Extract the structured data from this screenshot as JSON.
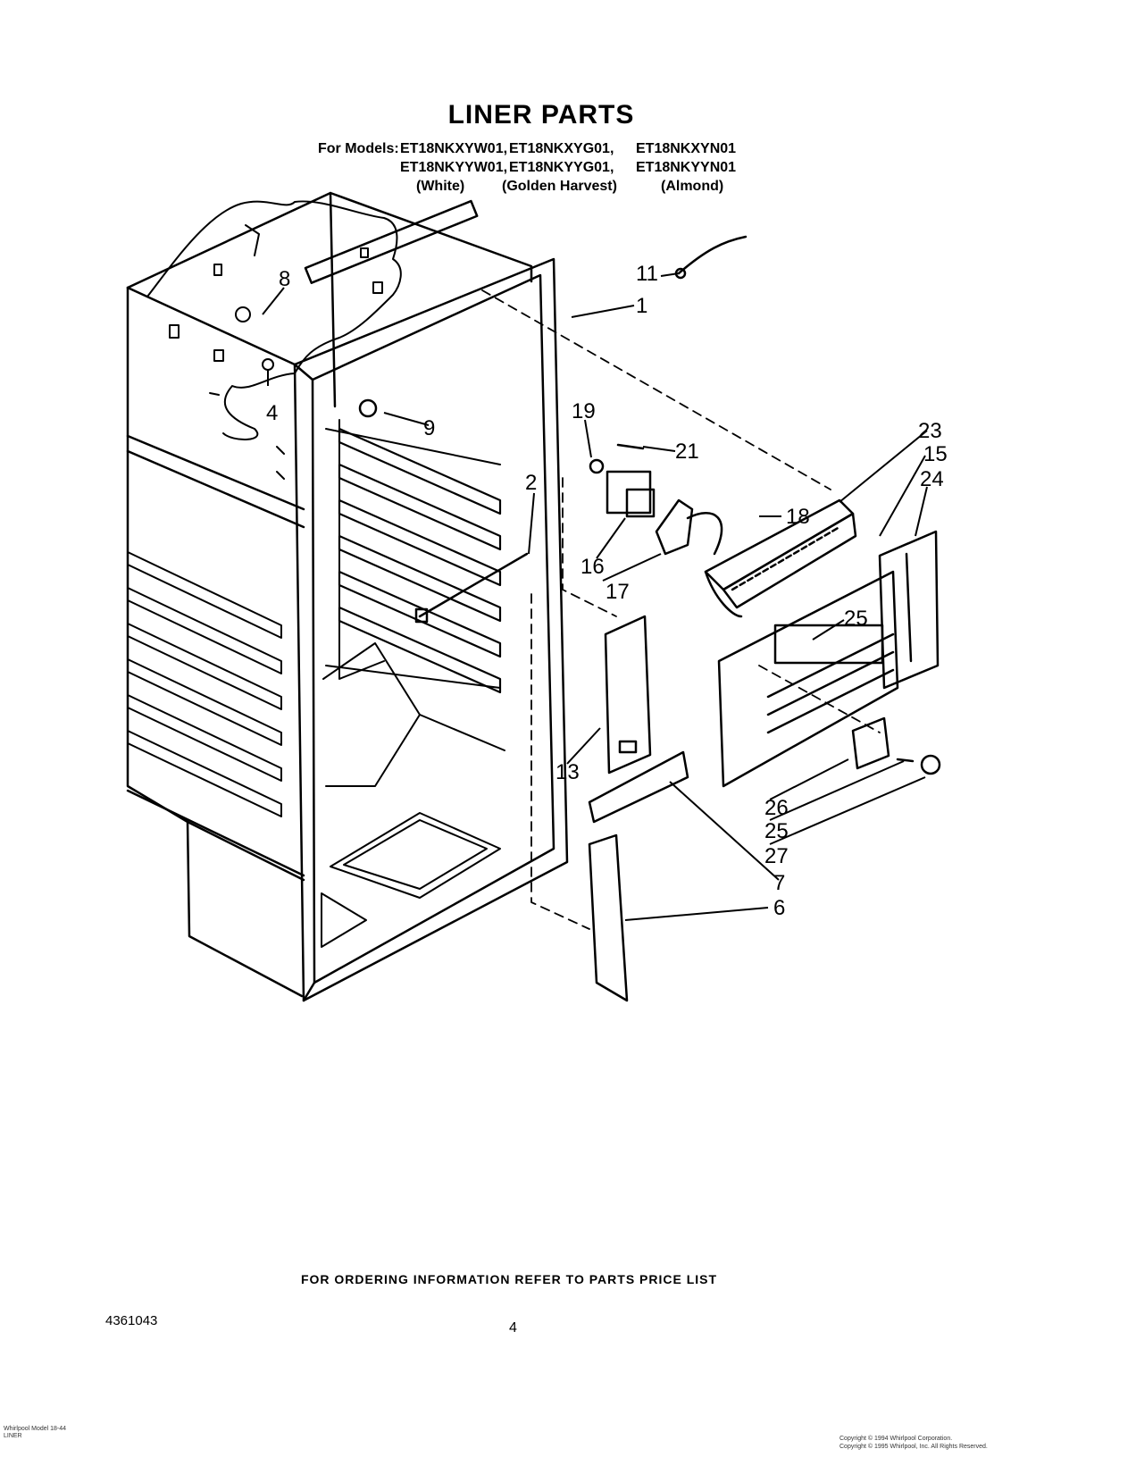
{
  "title": "LINER PARTS",
  "models": {
    "prefix": "For Models:",
    "row1": [
      "ET18NKXYW01,",
      "ET18NKXYG01,",
      "ET18NKXYN01"
    ],
    "row2": [
      "ET18NKYYW01,",
      "ET18NKYYG01,",
      "ET18NKYYN01"
    ],
    "colors": [
      "(White)",
      "(Golden Harvest)",
      "(Almond)"
    ]
  },
  "callouts": [
    "11",
    "1",
    "8",
    "4",
    "9",
    "19",
    "21",
    "2",
    "23",
    "15",
    "24",
    "18",
    "16",
    "17",
    "25",
    "13",
    "26",
    "25",
    "27",
    "7",
    "6"
  ],
  "footer": {
    "ordering": "FOR ORDERING INFORMATION REFER TO PARTS PRICE LIST",
    "doc_number": "4361043",
    "page_number": "4",
    "left_small": [
      "Whirlpool Model 18-44",
      "LINER"
    ],
    "right_small": [
      "Copyright © 1994 Whirlpool Corporation.",
      "Copyright © 1995 Whirlpool, Inc. All Rights Reserved."
    ]
  }
}
